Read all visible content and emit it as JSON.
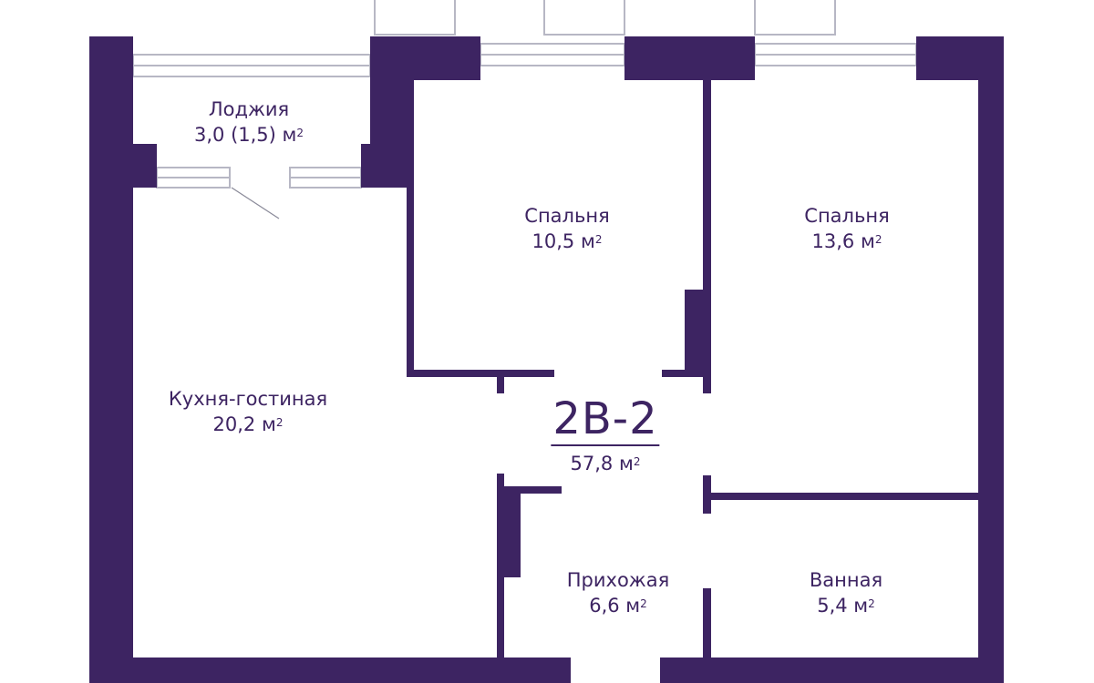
{
  "colors": {
    "wall": "#3d2462",
    "text": "#3d2462",
    "window": "#b7b7c4",
    "background": "#ffffff"
  },
  "apartment": {
    "code": "2B-2",
    "total_area_value": "57,8 м",
    "total_area_unit_sup": "2"
  },
  "rooms": [
    {
      "name": "Лоджия",
      "area": "3,0 (1,5) м",
      "sup": "2"
    },
    {
      "name": "Спальня",
      "area": "10,5 м",
      "sup": "2"
    },
    {
      "name": "Спальня",
      "area": "13,6 м",
      "sup": "2"
    },
    {
      "name": "Кухня-гостиная",
      "area": "20,2 м",
      "sup": "2"
    },
    {
      "name": "Прихожая",
      "area": "6,6 м",
      "sup": "2"
    },
    {
      "name": "Ванная",
      "area": "5,4 м",
      "sup": "2"
    }
  ]
}
